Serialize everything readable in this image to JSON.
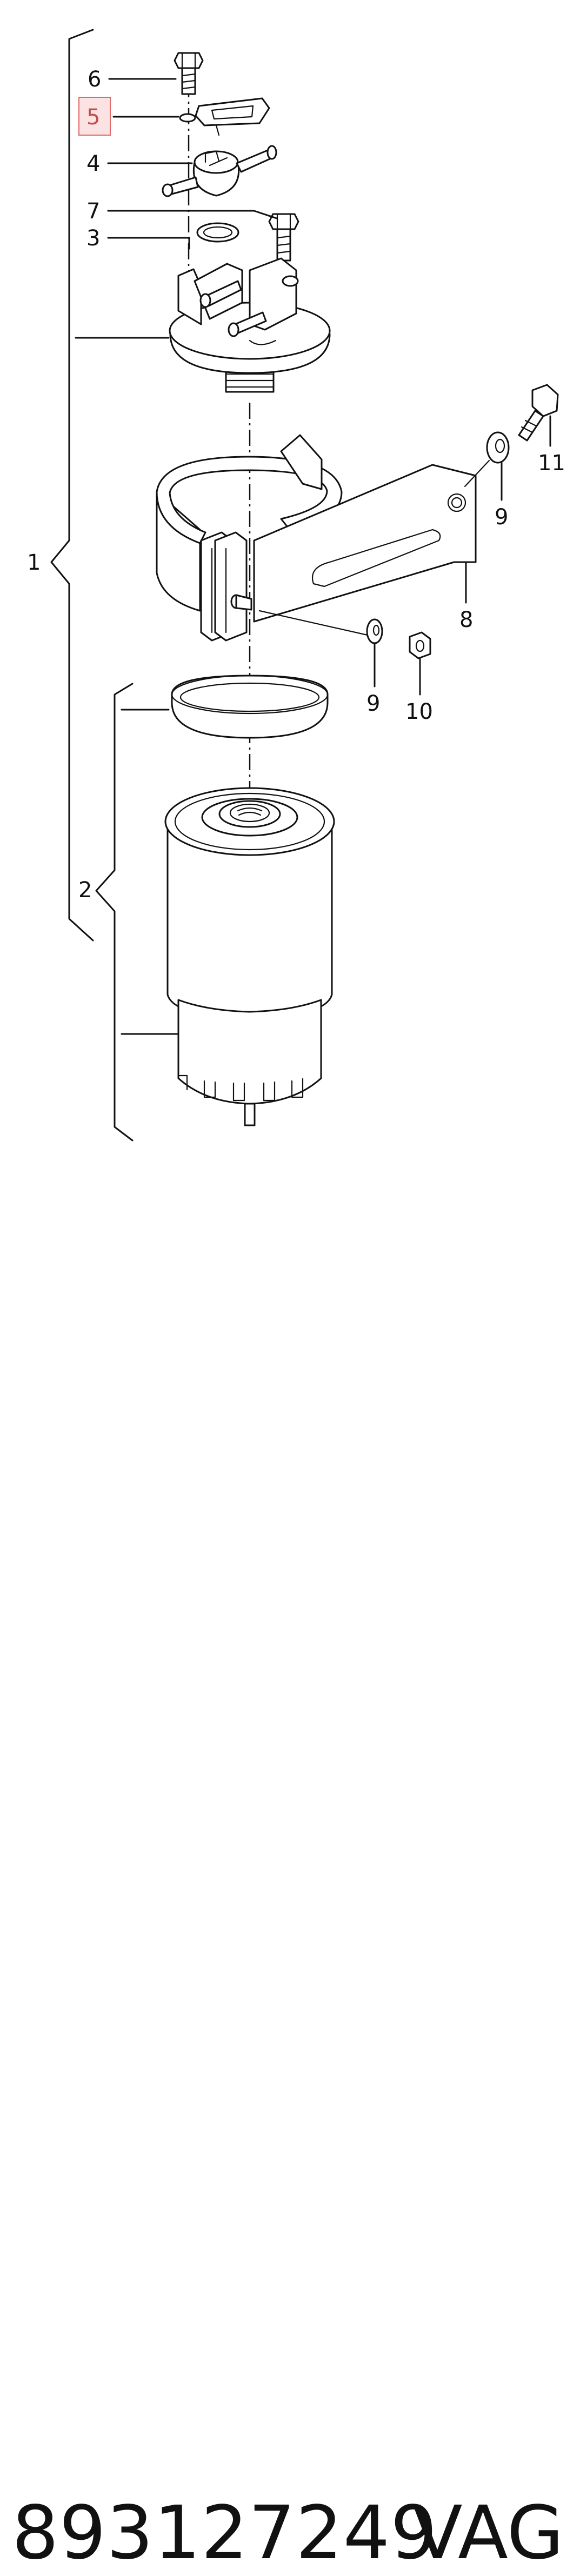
{
  "callouts": {
    "c1": "1",
    "c2": "2",
    "c3": "3",
    "c4": "4",
    "c5": "5",
    "c6": "6",
    "c7": "7",
    "c8": "8",
    "c9a": "9",
    "c9b": "9",
    "c10": "10",
    "c11": "11"
  },
  "highlight": {
    "callout": "5",
    "color": "#e06a6a",
    "fill": "#fbe3e3"
  },
  "footer": {
    "part_number": "893127249",
    "brand": "VAG"
  }
}
